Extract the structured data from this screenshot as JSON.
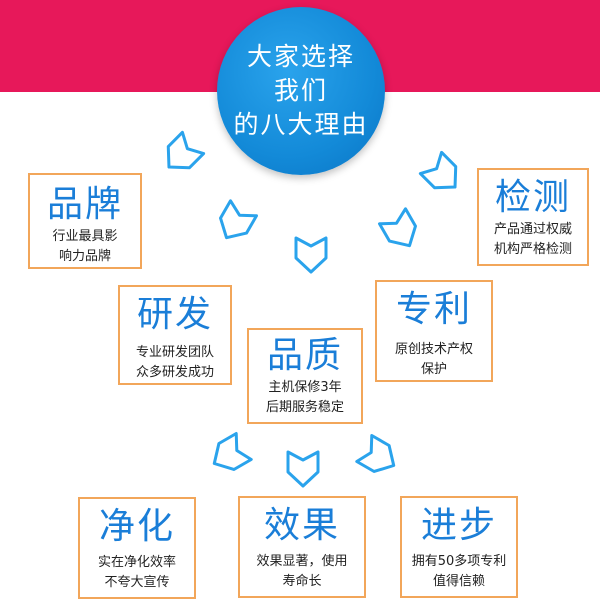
{
  "header": {
    "title_lines": [
      "大家选择",
      "我们",
      "的八大理由"
    ]
  },
  "colors": {
    "band": "#e7185a",
    "circle": "#138ad8",
    "title_text": "#1a7ed8",
    "card_border": "#f2a65a",
    "arrow": "#2aa3ec"
  },
  "cards": {
    "brand": {
      "title": "品牌",
      "line1": "行业最具影",
      "line2": "响力品牌"
    },
    "detect": {
      "title": "检测",
      "line1": "产品通过权威",
      "line2": "机构严格检测"
    },
    "research": {
      "title": "研发",
      "line1": "专业研发团队",
      "line2": "众多研发成功"
    },
    "patent": {
      "title": "专利",
      "line1": "原创技术产权",
      "line2": "保护"
    },
    "quality": {
      "title": "品质",
      "line1": "主机保修3年",
      "line2": "后期服务稳定"
    },
    "purify": {
      "title": "净化",
      "line1": "实在净化效率",
      "line2": "不夸大宣传"
    },
    "effect": {
      "title": "效果",
      "line1": "效果显著，使用",
      "line2": "寿命长"
    },
    "progress": {
      "title": "进步",
      "line1": "拥有50多项专利",
      "line2": "值得信赖"
    }
  },
  "icons": [
    "chevron-arrow-icon"
  ]
}
